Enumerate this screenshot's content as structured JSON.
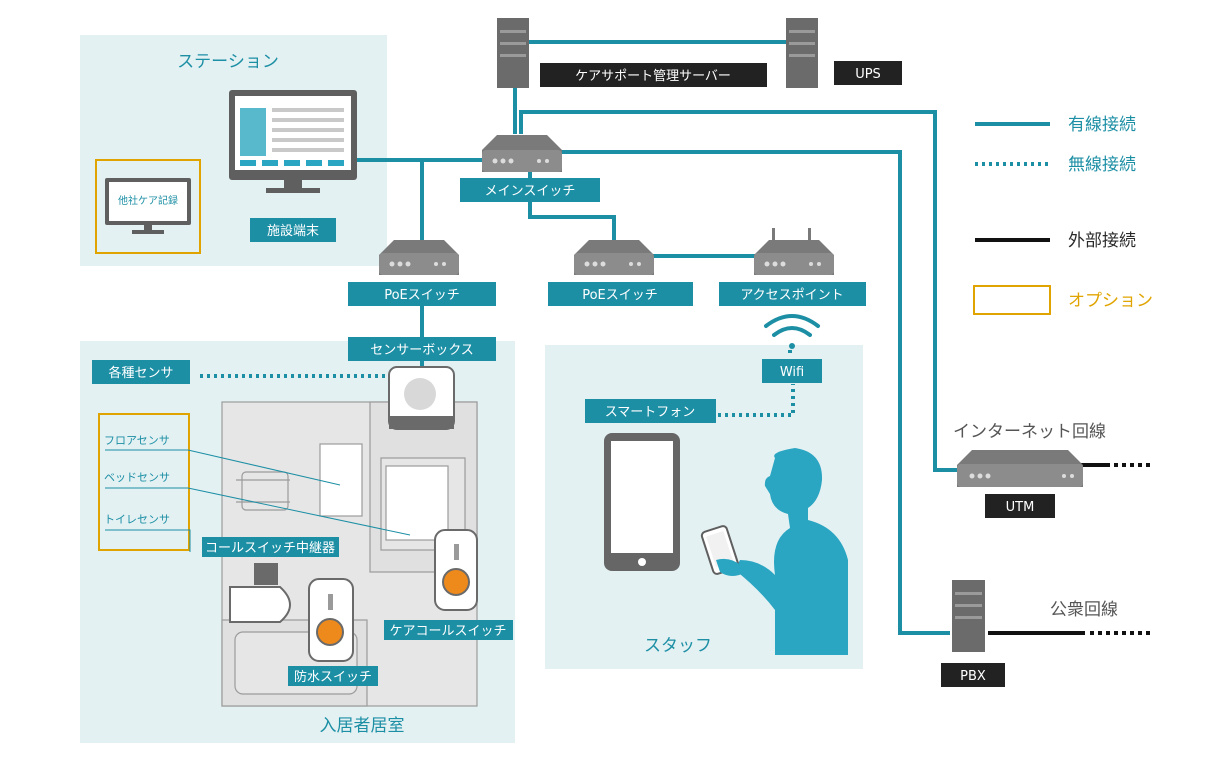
{
  "areas": {
    "station": "ステーション",
    "room": "入居者居室",
    "staff": "スタッフ"
  },
  "devices": {
    "care_server": "ケアサポート管理サーバー",
    "ups": "UPS",
    "main_switch": "メインスイッチ",
    "poe_switch_1": "PoEスイッチ",
    "poe_switch_2": "PoEスイッチ",
    "access_point": "アクセスポイント",
    "terminal": "施設端末",
    "other_care_record": "他社ケア記録",
    "sensor_box": "センサーボックス",
    "various_sensors": "各種センサ",
    "wifi": "Wifi",
    "smartphone": "スマートフォン",
    "call_switch_relay": "コールスイッチ中継器",
    "care_call_switch": "ケアコールスイッチ",
    "waterproof_switch": "防水スイッチ",
    "utm": "UTM",
    "pbx": "PBX"
  },
  "sensors": {
    "floor": "フロアセンサ",
    "bed": "ベッドセンサ",
    "toilet": "トイレセンサ"
  },
  "external": {
    "internet": "インターネット回線",
    "public": "公衆回線"
  },
  "legend": {
    "wired": "有線接続",
    "wireless": "無線接続",
    "external": "外部接続",
    "option": "オプション"
  },
  "colors": {
    "teal": "#1d8fa5",
    "panel": "#e3f1f3",
    "dark": "#222222",
    "option": "#e0a400",
    "staff_figure": "#2aa5c2",
    "orange_button": "#ee8a1c"
  }
}
